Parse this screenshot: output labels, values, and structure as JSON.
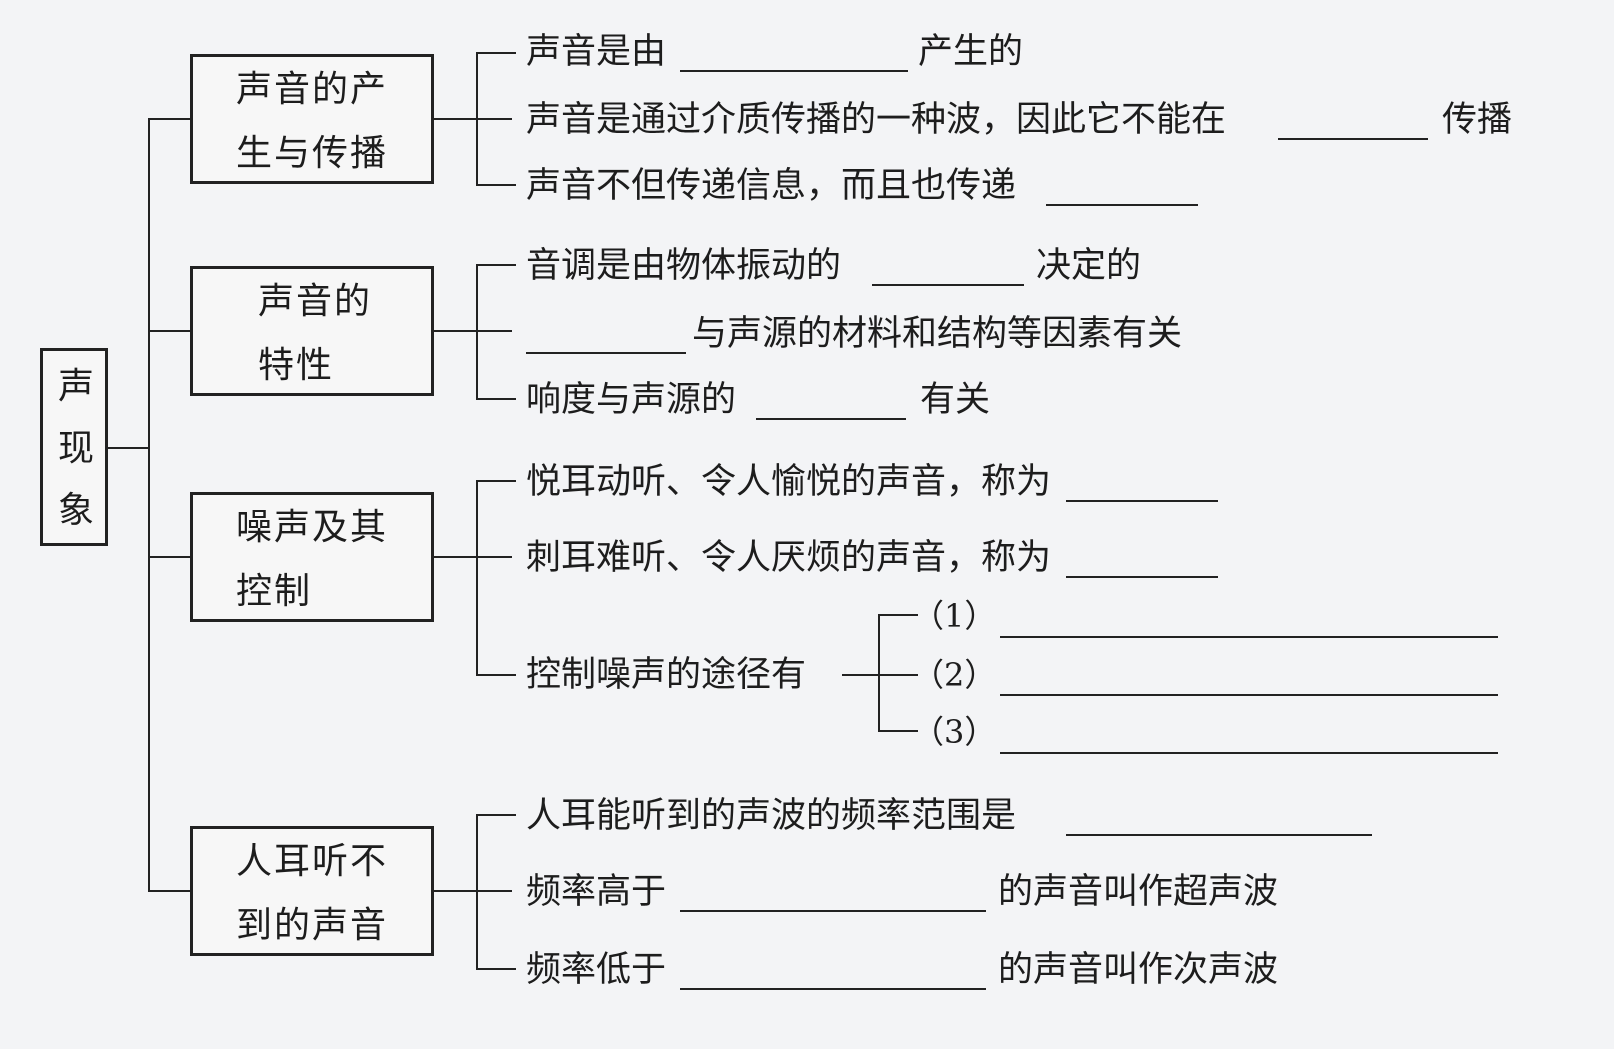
{
  "root": {
    "chars": [
      "声",
      "现",
      "象"
    ]
  },
  "sections": [
    {
      "title_lines": [
        "声音的产",
        "生与传播"
      ]
    },
    {
      "title_lines": [
        "声音的",
        "特性"
      ]
    },
    {
      "title_lines": [
        "噪声及其",
        "控制"
      ]
    },
    {
      "title_lines": [
        "人耳听不",
        "到的声音"
      ]
    }
  ],
  "items": {
    "s1_l1_pre": "声音是由",
    "s1_l1_post": "产生的",
    "s1_l2_pre": "声音是通过介质传播的一种波，因此它不能在",
    "s1_l2_post": "传播",
    "s1_l3_pre": "声音不但传递信息，而且也传递",
    "s2_l1_pre": "音调是由物体振动的",
    "s2_l1_post": "决定的",
    "s2_l2_post": "与声源的材料和结构等因素有关",
    "s2_l3_pre": "响度与声源的",
    "s2_l3_post": "有关",
    "s3_l1_pre": "悦耳动听、令人愉悦的声音，称为",
    "s3_l2_pre": "刺耳难听、令人厌烦的声音，称为",
    "s3_l3_pre": "控制噪声的途径有",
    "s3_way1": "（1）",
    "s3_way2": "（2）",
    "s3_way3": "（3）",
    "s4_l1_pre": "人耳能听到的声波的频率范围是",
    "s4_l2_pre": "频率高于",
    "s4_l2_post": "的声音叫作超声波",
    "s4_l3_pre": "频率低于",
    "s4_l3_post": "的声音叫作次声波"
  }
}
